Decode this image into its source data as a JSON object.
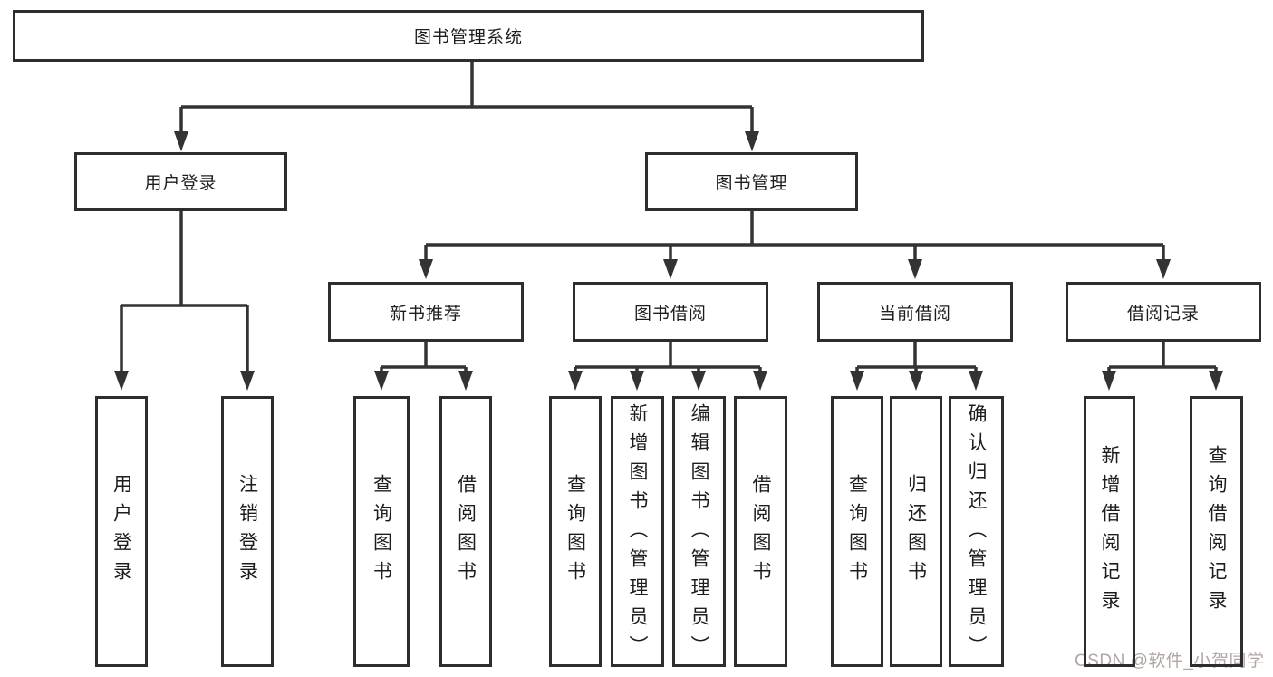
{
  "diagram_type": "hierarchy-tree",
  "colors": {
    "line": "#333333",
    "box_border": "#2d2d2d",
    "text": "#1d1d1d",
    "background": "#ffffff",
    "watermark": "#b3a6a2"
  },
  "tree": {
    "root": {
      "label": "图书管理系统",
      "children": [
        {
          "label": "用户登录",
          "children": [
            {
              "label": "用户登录"
            },
            {
              "label": "注销登录"
            }
          ]
        },
        {
          "label": "图书管理",
          "children": [
            {
              "label": "新书推荐",
              "children": [
                {
                  "label": "查询图书"
                },
                {
                  "label": "借阅图书"
                }
              ]
            },
            {
              "label": "图书借阅",
              "children": [
                {
                  "label": "查询图书"
                },
                {
                  "label": "新增图书（管理员）"
                },
                {
                  "label": "编辑图书（管理员）"
                },
                {
                  "label": "借阅图书"
                }
              ]
            },
            {
              "label": "当前借阅",
              "children": [
                {
                  "label": "查询图书"
                },
                {
                  "label": "归还图书"
                },
                {
                  "label": "确认归还（管理员）"
                }
              ]
            },
            {
              "label": "借阅记录",
              "children": [
                {
                  "label": "新增借阅记录"
                },
                {
                  "label": "查询借阅记录"
                }
              ]
            }
          ]
        }
      ]
    }
  },
  "watermark": {
    "text": "CSDN @软件_小贺同学"
  }
}
